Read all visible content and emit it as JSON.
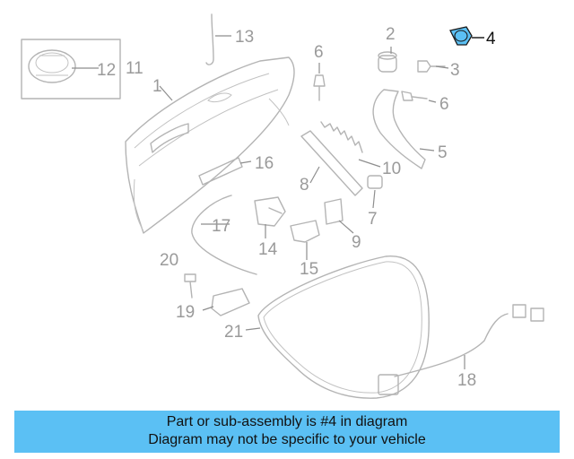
{
  "diagram": {
    "highlight_color": "#5bc0f4",
    "highlighted_part": "4",
    "callouts": [
      "1",
      "2",
      "3",
      "4",
      "5",
      "6",
      "6",
      "7",
      "8",
      "9",
      "10",
      "11",
      "12",
      "13",
      "14",
      "15",
      "16",
      "17",
      "18",
      "19",
      "20",
      "21"
    ]
  },
  "banner": {
    "line1": "Part or sub-assembly is #4 in diagram",
    "line2": "Diagram may not be specific to your vehicle",
    "background": "#5bc0f4"
  }
}
